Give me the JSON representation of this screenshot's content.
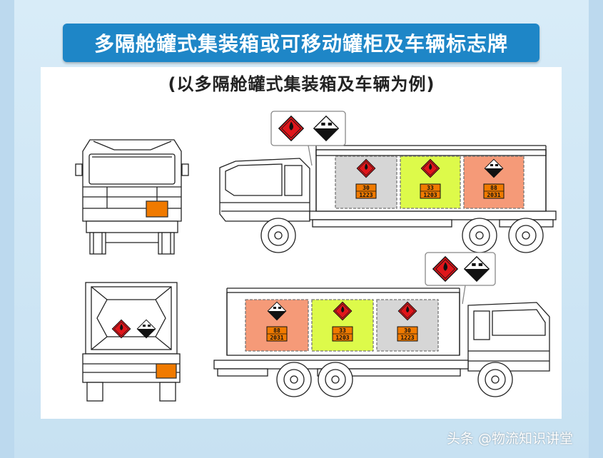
{
  "title": "多隔舱罐式集装箱或可移动罐柜及车辆标志牌",
  "subtitle": "(以多隔舱罐式集装箱及车辆为例)",
  "watermark": "头条 @物流知识讲堂",
  "plates": {
    "top_left": [
      "30",
      "1223"
    ],
    "top_mid": [
      "33",
      "1203"
    ],
    "top_right": [
      "88",
      "2031"
    ],
    "bottom_left": [
      "88",
      "2031"
    ],
    "bottom_mid": [
      "33",
      "1203"
    ],
    "bottom_right": [
      "30",
      "1223"
    ]
  },
  "colors": {
    "title_bg": "#1e86c7",
    "flammable_red": "#e0161b",
    "orange_plate": "#f07a00",
    "lime": "#ddfa4a",
    "salmon": "#f59a78",
    "grey": "#d6d6d6"
  }
}
